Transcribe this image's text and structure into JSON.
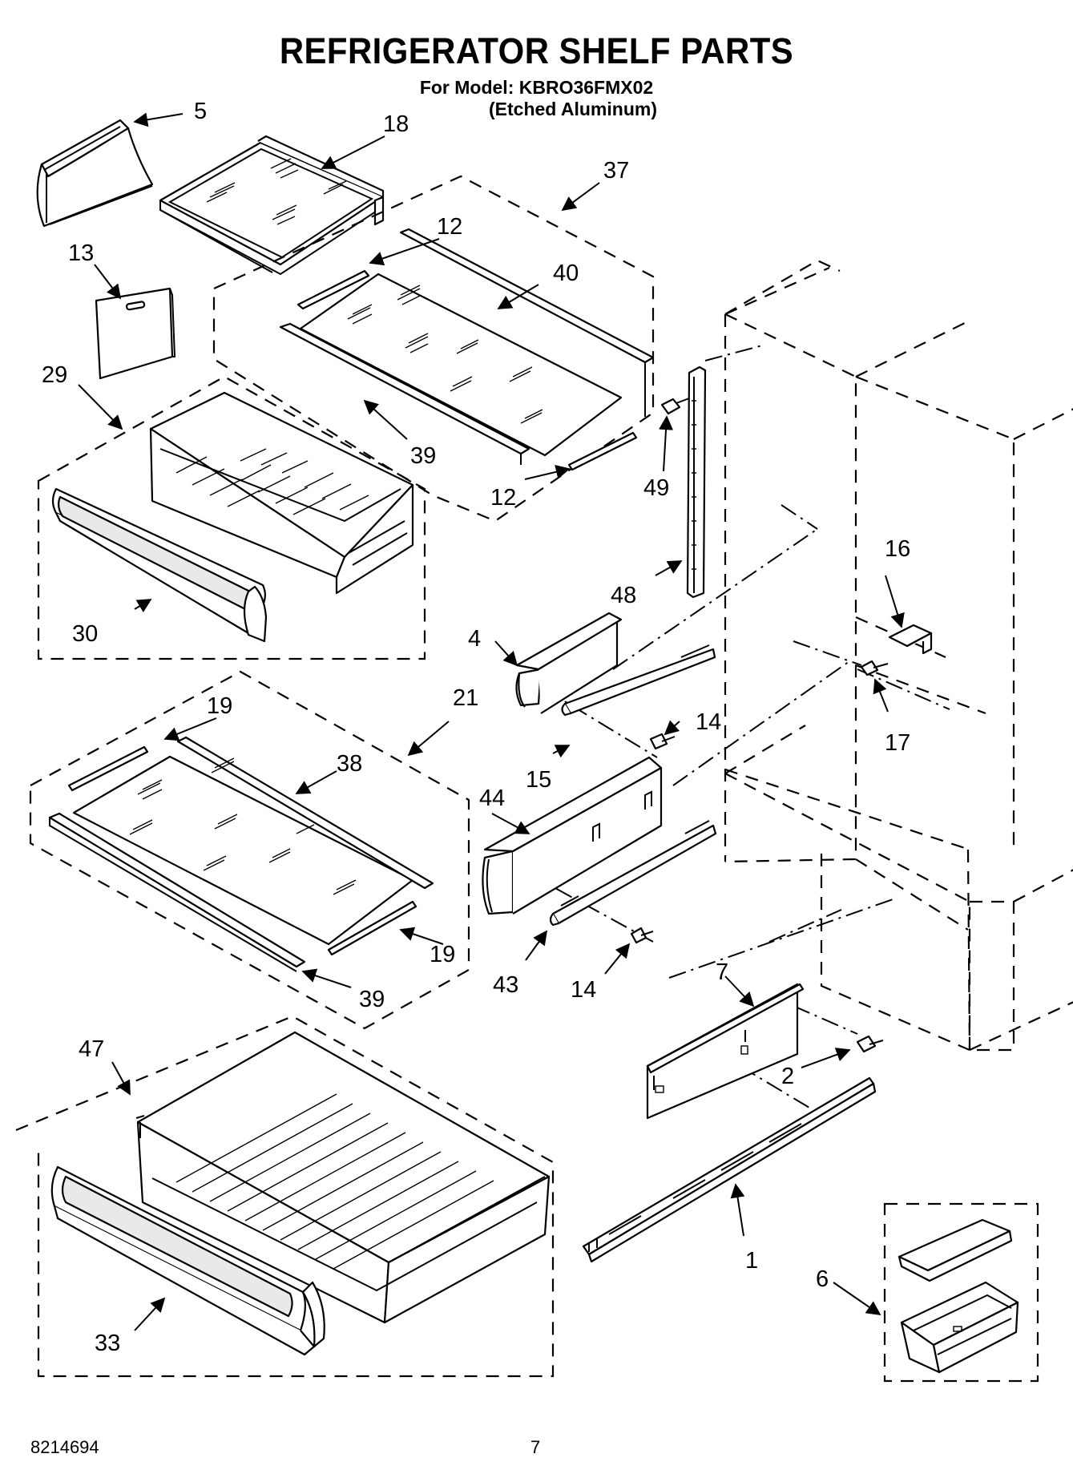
{
  "header": {
    "title": "REFRIGERATOR SHELF PARTS",
    "model_line": "For Model: KBRO36FMX02",
    "finish_line": "(Etched Aluminum)"
  },
  "footer": {
    "doc_number": "8214694",
    "page_number": "7"
  },
  "callouts": {
    "c1": "1",
    "c2": "2",
    "c4": "4",
    "c5": "5",
    "c6": "6",
    "c7": "7",
    "c12a": "12",
    "c12b": "12",
    "c13": "13",
    "c14a": "14",
    "c14b": "14",
    "c15": "15",
    "c16": "16",
    "c17": "17",
    "c18": "18",
    "c19a": "19",
    "c19b": "19",
    "c21": "21",
    "c29": "29",
    "c30": "30",
    "c33": "33",
    "c37": "37",
    "c38": "38",
    "c39a": "39",
    "c39b": "39",
    "c40": "40",
    "c43": "43",
    "c44": "44",
    "c47": "47",
    "c48": "48",
    "c49": "49"
  }
}
